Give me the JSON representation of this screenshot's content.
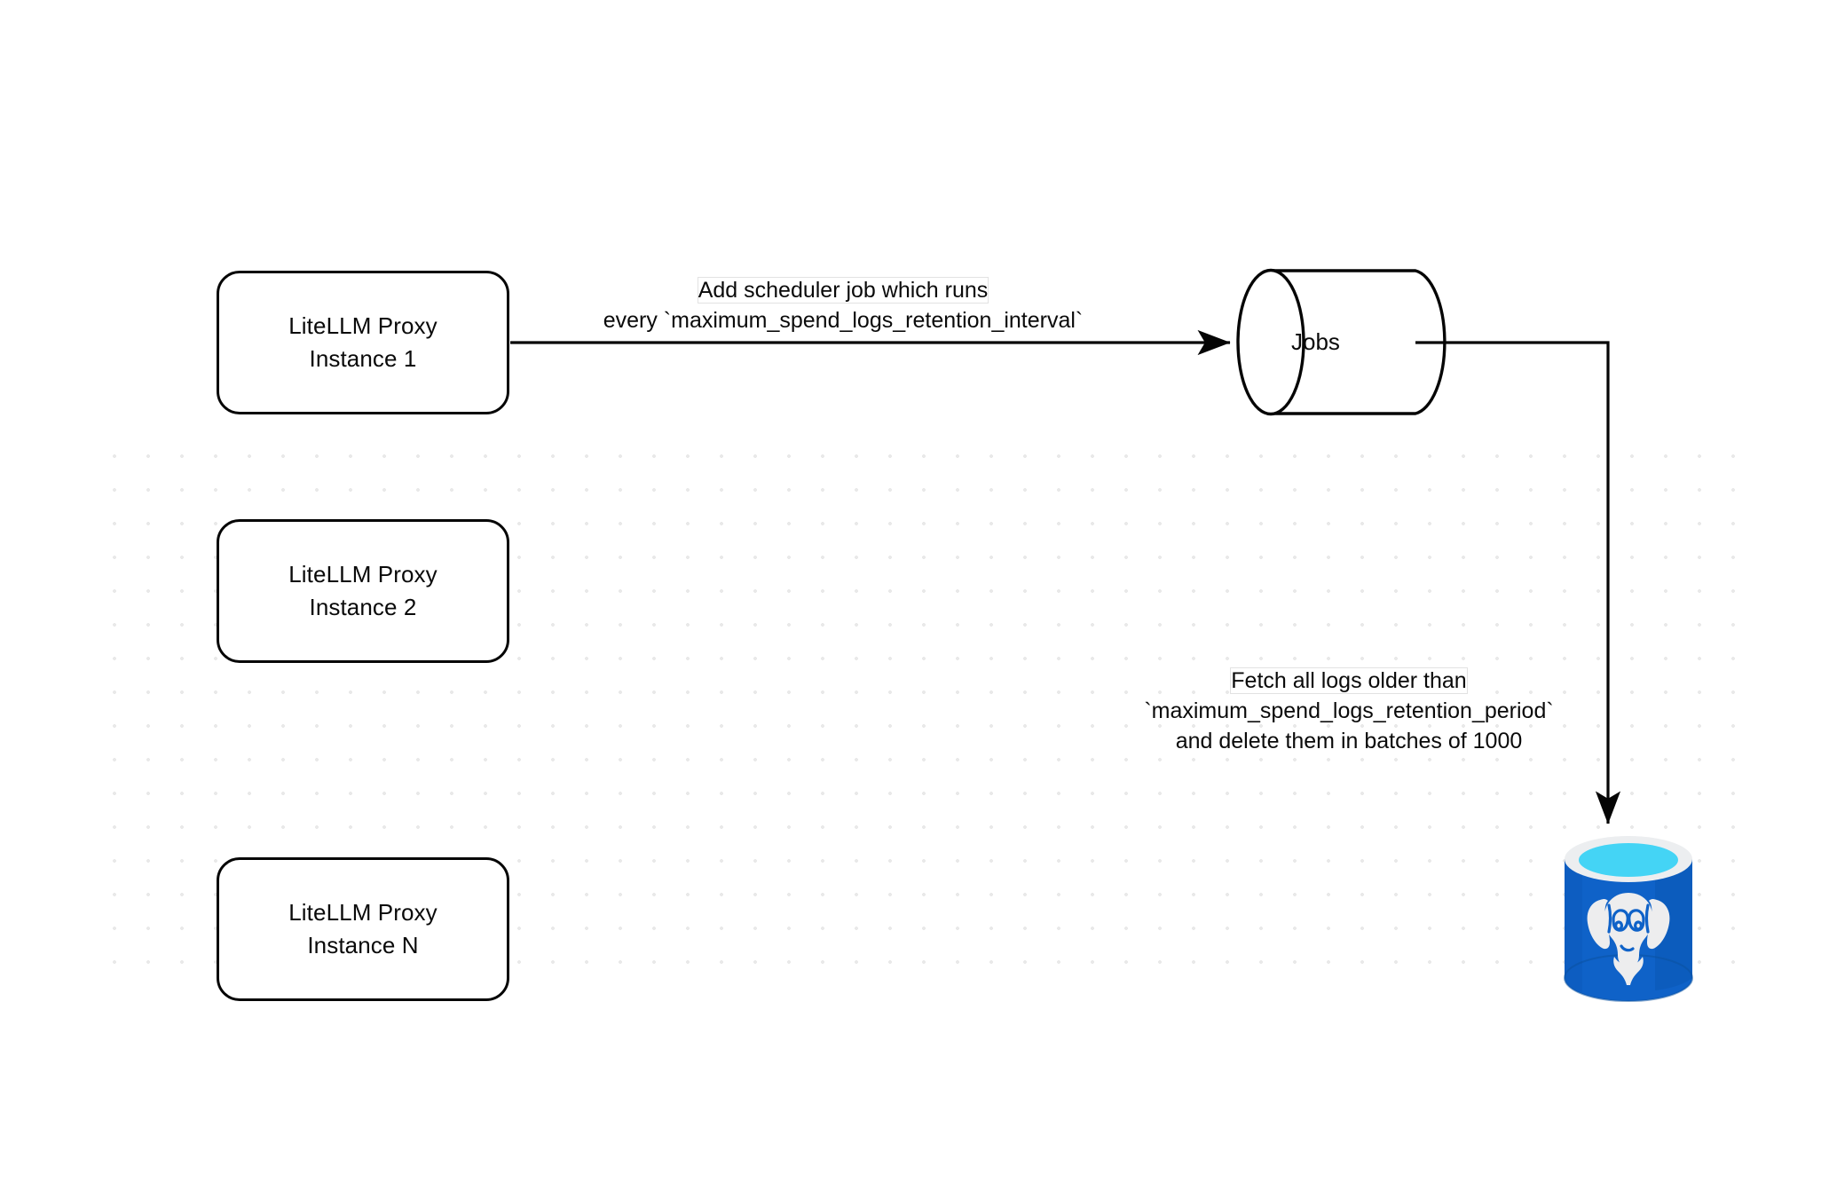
{
  "diagram": {
    "title": "LiteLLM spend logs retention scheduler flow",
    "background_color": "#ffffff",
    "grid_dot_color": "#e9e9e9",
    "stroke_color": "#050505"
  },
  "nodes": {
    "instance_1": {
      "line1": "LiteLLM Proxy",
      "line2": "Instance 1",
      "shape": "rounded-rectangle"
    },
    "instance_2": {
      "line1": "LiteLLM Proxy",
      "line2": "Instance 2",
      "shape": "rounded-rectangle"
    },
    "instance_n": {
      "line1": "LiteLLM Proxy",
      "line2": "Instance N",
      "shape": "rounded-rectangle"
    },
    "jobs": {
      "label": "Jobs",
      "shape": "cylinder"
    },
    "database": {
      "icon": "postgresql-database-icon",
      "colors": {
        "body": "#0f62c8",
        "body_shade": "#0a4f9e",
        "rim_outer": "#eceef0",
        "rim_inner": "#44d4f5",
        "rim_inner_shade": "#1787b5",
        "elephant": "#ededee"
      }
    }
  },
  "edges": {
    "scheduler": {
      "line1": "Add scheduler job which runs",
      "line2": "every `maximum_spend_logs_retention_interval`",
      "from": "instance_1",
      "to": "jobs",
      "arrow": "right"
    },
    "fetch_delete": {
      "line1": "Fetch all logs older than",
      "line2": "`maximum_spend_logs_retention_period`",
      "line3": "and delete them in batches of 1000",
      "from": "jobs",
      "to": "database",
      "arrow": "down"
    }
  }
}
